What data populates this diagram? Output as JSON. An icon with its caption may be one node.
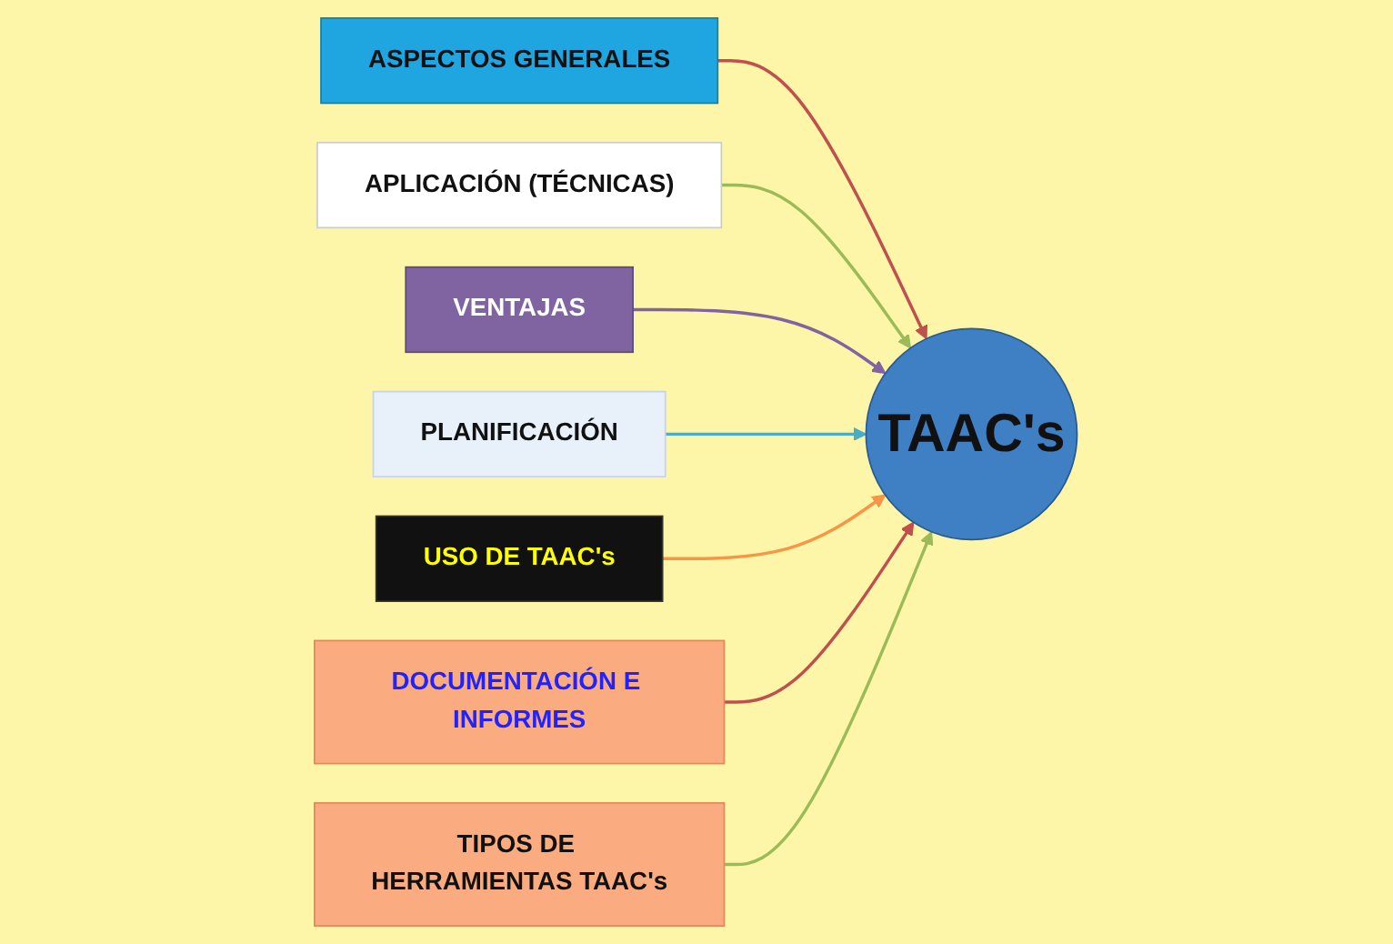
{
  "diagram": {
    "nodes": [
      {
        "text": [
          "TAAC's"
        ]
      },
      {
        "text": [
          "ASPECTOS GENERALES"
        ]
      },
      {
        "text": [
          "APLICACIÓN (TÉCNICAS)"
        ]
      },
      {
        "text": [
          "VENTAJAS"
        ]
      },
      {
        "text": [
          "PLANIFICACIÓN"
        ]
      },
      {
        "text": [
          "USO DE TAAC's"
        ]
      },
      {
        "text": [
          "DOCUMENTACIÓN E INFORMES"
        ]
      },
      {
        "text": [
          "TIPOS DE HERRAMIENTAS TAAC's"
        ]
      }
    ],
    "edges": [
      {
        "from": 1,
        "to": 0,
        "arrow": "to",
        "color": "#c0504d"
      },
      {
        "from": 2,
        "to": 0,
        "arrow": "to",
        "color": "#9bbb59"
      },
      {
        "from": 3,
        "to": 0,
        "arrow": "to",
        "color": "#8064a2"
      },
      {
        "from": 4,
        "to": 0,
        "arrow": "to",
        "color": "#4bacc6"
      },
      {
        "from": 5,
        "to": 0,
        "arrow": "to",
        "color": "#f79646"
      },
      {
        "from": 6,
        "to": 0,
        "arrow": "to",
        "color": "#c0504d"
      },
      {
        "from": 7,
        "to": 0,
        "arrow": "to",
        "color": "#9bbb59"
      }
    ]
  }
}
